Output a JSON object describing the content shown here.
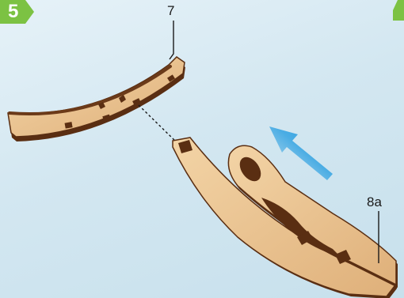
{
  "step": {
    "number": "5"
  },
  "callouts": {
    "part_top": "7",
    "part_bottom": "8a"
  },
  "colors": {
    "background": "#d3e7f1",
    "badge": "#7cc243",
    "wood_face": "#ecc694",
    "wood_edge": "#5a2e12",
    "arrow": "#1e9ae0"
  }
}
